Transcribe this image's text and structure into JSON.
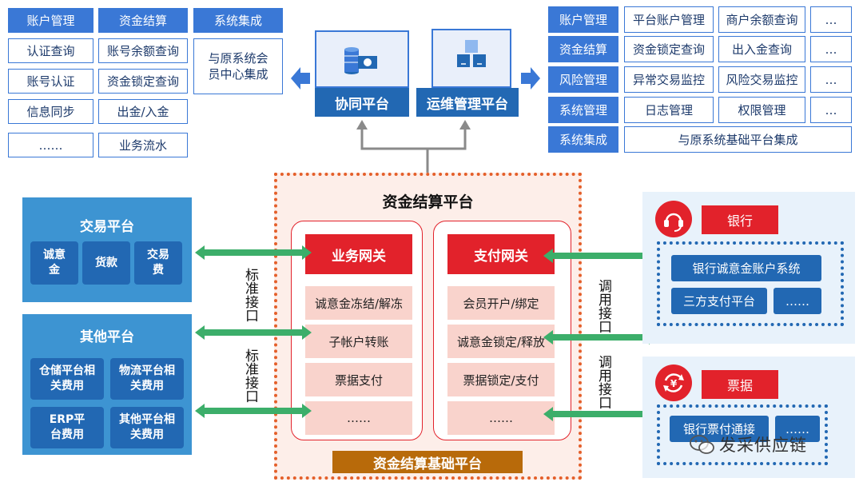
{
  "left_top": {
    "headers": [
      "账户管理",
      "资金结算",
      "系统集成"
    ],
    "col1": [
      "认证查询",
      "账号认证",
      "信息同步",
      "……"
    ],
    "col2": [
      "账号余额查询",
      "资金锁定查询",
      "出金/入金",
      "业务流水"
    ],
    "col3": "与原系统会员中心集成"
  },
  "center_top": {
    "collab_label": "协同平台",
    "ops_label": "运维管理平台"
  },
  "right_top": {
    "rows": [
      {
        "head": "账户管理",
        "items": [
          "平台账户管理",
          "商户余额查询",
          "…"
        ]
      },
      {
        "head": "资金结算",
        "items": [
          "资金锁定查询",
          "出入金查询",
          "…"
        ]
      },
      {
        "head": "风险管理",
        "items": [
          "异常交易监控",
          "风险交易监控",
          "…"
        ]
      },
      {
        "head": "系统管理",
        "items": [
          "日志管理",
          "权限管理",
          "…"
        ]
      },
      {
        "head": "系统集成",
        "items": [
          "与原系统基础平台集成"
        ]
      }
    ]
  },
  "trade_platform": {
    "title": "交易平台",
    "tiles": [
      "诚意金",
      "货款",
      "交易费"
    ]
  },
  "other_platform": {
    "title": "其他平台",
    "tiles": [
      "仓储平台相关费用",
      "物流平台相关费用",
      "ERP平台费用",
      "其他平台相关费用"
    ]
  },
  "interface_left": [
    "标准接口",
    "标准接口"
  ],
  "interface_right": [
    "调用接口",
    "调用接口"
  ],
  "settlement": {
    "title": "资金结算平台",
    "base": "资金结算基础平台",
    "biz_gateway": {
      "title": "业务网关",
      "items": [
        "诚意金冻结/解冻",
        "子帐户转账",
        "票据支付",
        "……"
      ]
    },
    "pay_gateway": {
      "title": "支付网关",
      "items": [
        "会员开户/绑定",
        "诚意金锁定/释放",
        "票据锁定/支付",
        "……"
      ]
    }
  },
  "bank": {
    "label": "银行",
    "items": [
      "银行诚意金账户系统",
      "三方支付平台",
      "……"
    ]
  },
  "bill": {
    "label": "票据",
    "items": [
      "银行票付通接",
      "……"
    ]
  },
  "watermark": "发采供应链",
  "colors": {
    "blue": "#3a78d6",
    "dark_blue": "#2268b3",
    "panel_blue": "#3d94d2",
    "red": "#e2222b",
    "pink": "#f9d3cc",
    "green": "#3cae6a",
    "brown": "#b86a0a"
  }
}
